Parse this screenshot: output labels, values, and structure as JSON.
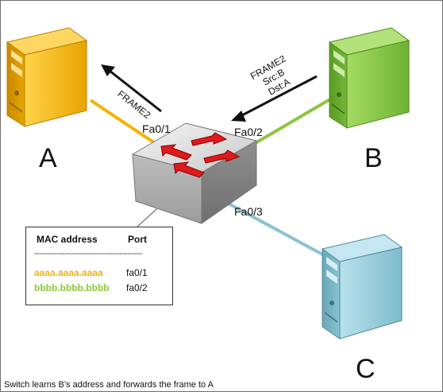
{
  "hosts": {
    "a": {
      "label": "A"
    },
    "b": {
      "label": "B"
    },
    "c": {
      "label": "C"
    }
  },
  "ports": {
    "a": "Fa0/1",
    "b": "Fa0/2",
    "c": "Fa0/3"
  },
  "frames": {
    "toward_a": "FRAME2",
    "from_b": {
      "title": "FRAME2",
      "src": "Src:B",
      "dst": "Dst:A"
    }
  },
  "mac_table": {
    "headers": {
      "address": "MAC address",
      "port": "Port"
    },
    "separator": "-------------------------------------------",
    "rows": [
      {
        "address": "aaaa.aaaa.aaaa",
        "port": "fa0/1",
        "color": "#F5B400"
      },
      {
        "address": "bbbb.bbbb.bbbb",
        "port": "fa0/2",
        "color": "#8CC63F"
      }
    ]
  },
  "caption": "Switch learns B’s address and forwards the frame to A",
  "colors": {
    "link_a": "#F5B400",
    "link_b": "#8CC63F",
    "link_c": "#8CC3D0",
    "server_a": "#F5B400",
    "server_b": "#7DC242",
    "server_c": "#8CC5D6",
    "switch_arrows": "#E0191B"
  }
}
